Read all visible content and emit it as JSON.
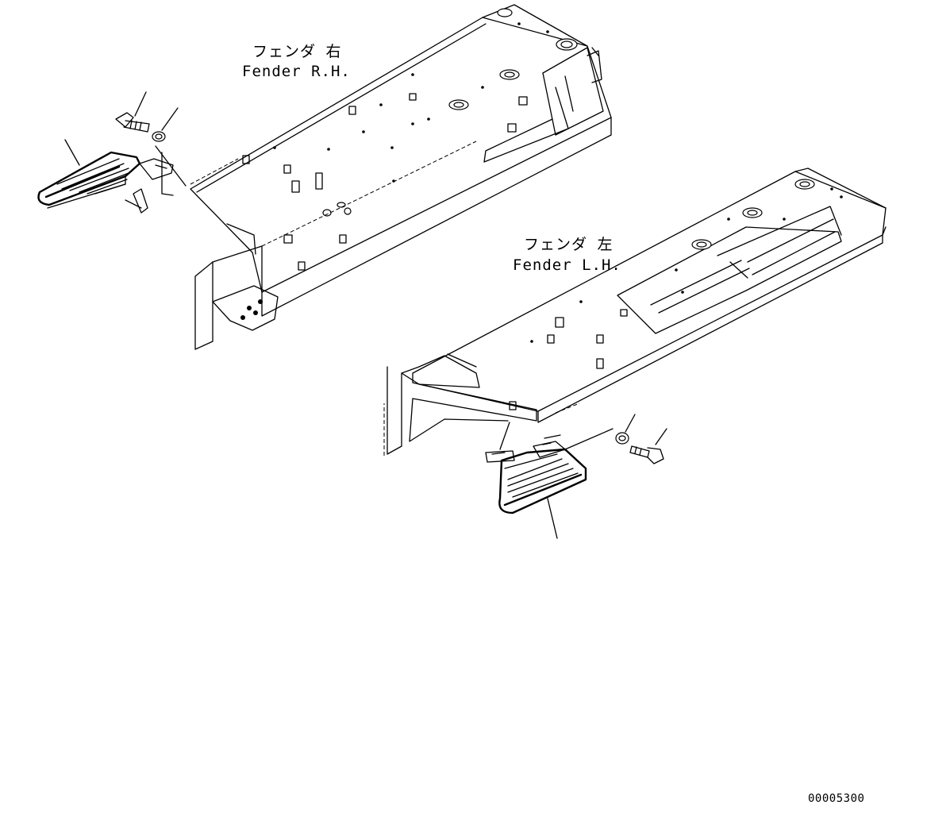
{
  "labels": {
    "fender_rh_jp": "フェンダ 右",
    "fender_rh_en": "Fender R.H.",
    "fender_lh_jp": "フェンダ 左",
    "fender_lh_en": "Fender L.H."
  },
  "drawing_number": "00005300",
  "colors": {
    "line": "#000000",
    "background": "#ffffff"
  }
}
